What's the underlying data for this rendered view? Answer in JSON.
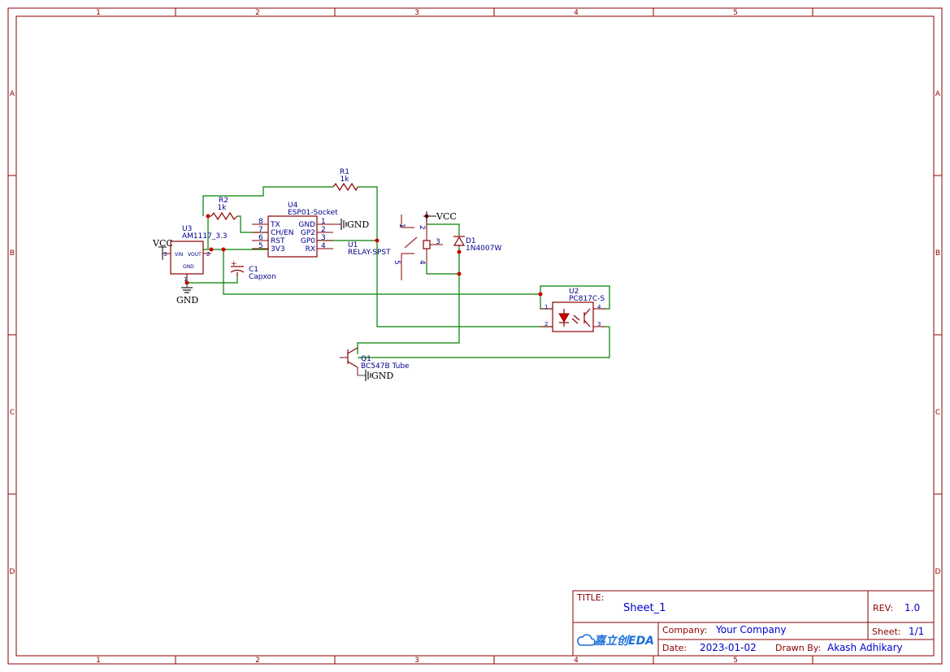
{
  "zones": {
    "columns": [
      "1",
      "2",
      "3",
      "4",
      "5"
    ],
    "rows": [
      "A",
      "B",
      "C",
      "D"
    ]
  },
  "components": {
    "r1": {
      "ref": "R1",
      "value": "1k"
    },
    "r2": {
      "ref": "R2",
      "value": "1k"
    },
    "u4": {
      "ref": "U4",
      "value": "ESP01-Socket",
      "left_pins": [
        {
          "num": "8",
          "name": "TX"
        },
        {
          "num": "7",
          "name": "CH/EN"
        },
        {
          "num": "6",
          "name": "RST"
        },
        {
          "num": "5",
          "name": "3V3"
        }
      ],
      "right_pins": [
        {
          "num": "1",
          "name": "GND"
        },
        {
          "num": "2",
          "name": "GP2"
        },
        {
          "num": "3",
          "name": "GP0"
        },
        {
          "num": "4",
          "name": "RX"
        }
      ]
    },
    "u3": {
      "ref": "U3",
      "value": "AM1117_3.3",
      "vin": "VIN",
      "vout": "VOUT",
      "gnd": "GND",
      "pin3": "3",
      "pin2": "2",
      "pin1": "1"
    },
    "c1": {
      "ref": "C1",
      "value": "Capxon"
    },
    "u1": {
      "ref": "U1",
      "value": "RELAY-SPST",
      "pins": [
        "1",
        "2",
        "3",
        "4",
        "5"
      ]
    },
    "d1": {
      "ref": "D1",
      "value": "1N4007W"
    },
    "u2": {
      "ref": "U2",
      "value": "PC817C-S",
      "pins": [
        "1",
        "2",
        "3",
        "4"
      ]
    },
    "q1": {
      "ref": "Q1",
      "value": "BC547B Tube"
    }
  },
  "nets": {
    "vcc": "VCC",
    "gnd": "GND"
  },
  "title_block": {
    "title_label": "TITLE:",
    "title": "Sheet_1",
    "rev_label": "REV:",
    "rev": "1.0",
    "logo": "嘉立创EDA",
    "company_label": "Company:",
    "company": "Your Company",
    "sheet_label": "Sheet:",
    "sheet": "1/1",
    "date_label": "Date:",
    "date": "2023-01-02",
    "drawn_label": "Drawn By:",
    "drawn": "Akash Adhikary"
  },
  "colors": {
    "frame": "#8b0000",
    "wire": "#008000",
    "label": "#00008b",
    "title_value": "#0000cc"
  }
}
